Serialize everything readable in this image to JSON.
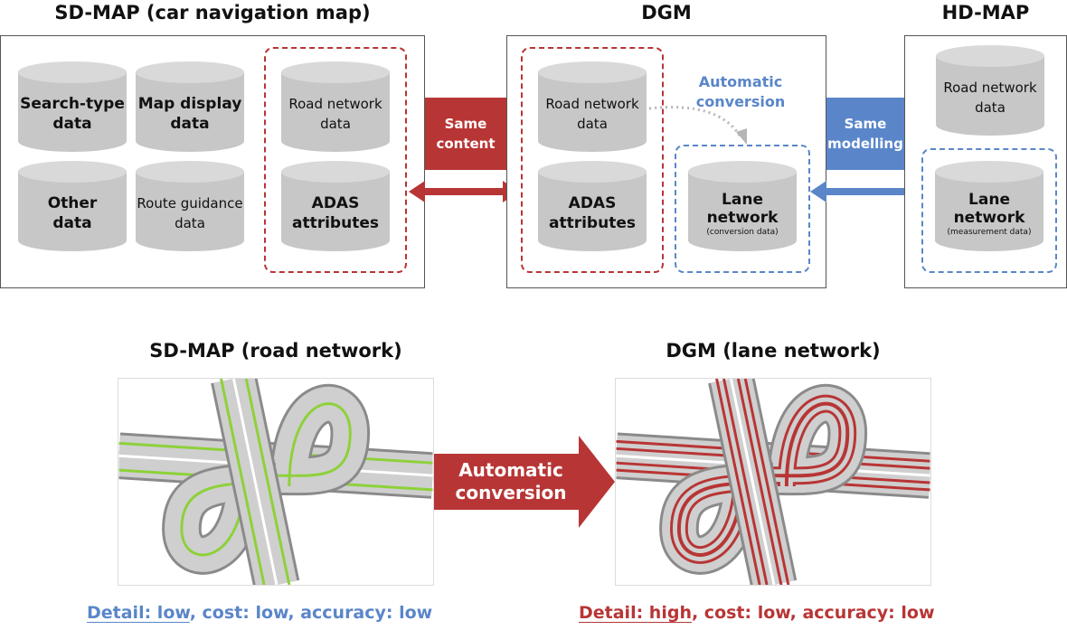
{
  "titles": {
    "sdmap": "SD-MAP (car navigation map)",
    "dgm": "DGM",
    "hdmap": "HD-MAP",
    "sd_road": "SD-MAP (road network)",
    "dgm_lane": "DGM (lane network)"
  },
  "sdmap": {
    "search_type": [
      "Search-type",
      "data"
    ],
    "map_display": [
      "Map display",
      "data"
    ],
    "other": [
      "Other",
      "data"
    ],
    "route_guidance": [
      "Route guidance",
      "data"
    ],
    "road_network": [
      "Road network",
      "data"
    ],
    "adas": [
      "ADAS",
      "attributes"
    ]
  },
  "dgm": {
    "road_network": [
      "Road network",
      "data"
    ],
    "adas": [
      "ADAS",
      "attributes"
    ],
    "lane_network": [
      "Lane",
      "network",
      "(conversion data)"
    ],
    "auto_conversion": [
      "Automatic",
      "conversion"
    ]
  },
  "hdmap": {
    "road_network": [
      "Road network",
      "data"
    ],
    "lane_network": [
      "Lane",
      "network",
      "(measurement data)"
    ]
  },
  "connectors": {
    "same_content": [
      "Same",
      "content"
    ],
    "same_modelling": [
      "Same",
      "modelling"
    ],
    "big_arrow": [
      "Automatic",
      "conversion"
    ]
  },
  "bottom": {
    "sd_detail_prefix": "Detail: low",
    "sd_rest": ", cost: low, accuracy: low",
    "dgm_detail_prefix": "Detail: high",
    "dgm_rest": ", cost: low, accuracy: low"
  },
  "colors": {
    "red": "#b83535",
    "blue": "#5a86c9",
    "green": "#8dd13a",
    "cylinder": "#c7c7c7"
  }
}
